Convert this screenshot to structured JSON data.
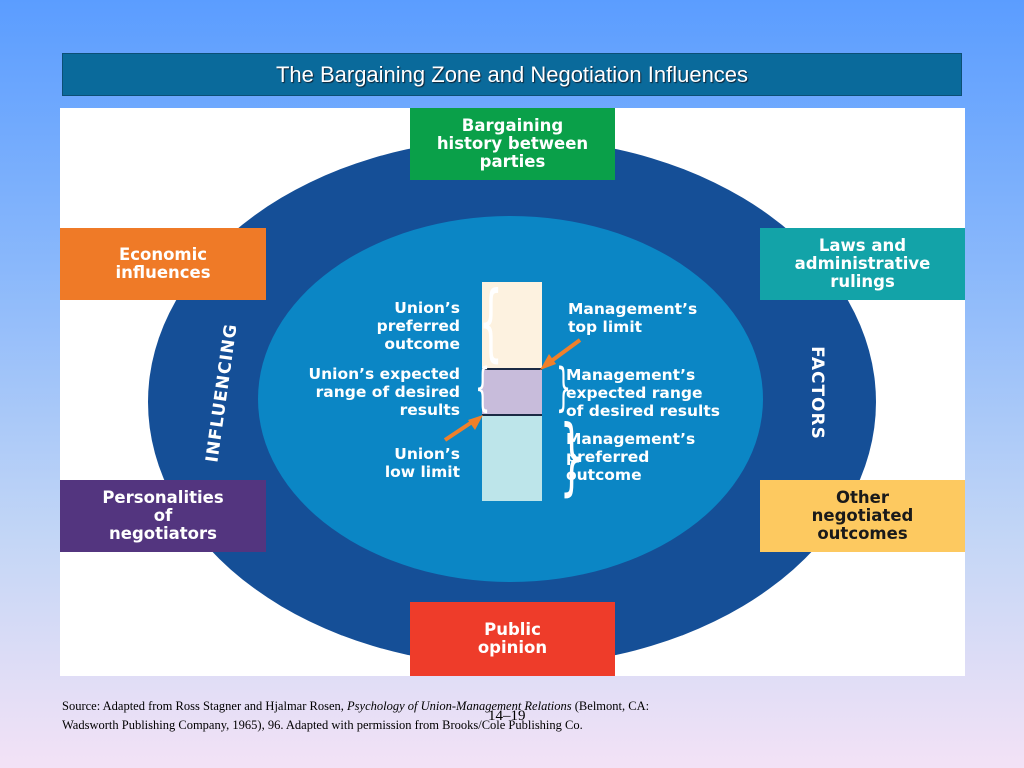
{
  "title": "The Bargaining Zone and Negotiation Influences",
  "colors": {
    "title_bar": "#0a6a9b",
    "outer_ring": "#154f97",
    "inner_circle": "#0b86c5",
    "green_box": "#0aa049",
    "orange_box": "#ef7a27",
    "teal_box": "#13a3a8",
    "purple_box": "#53357f",
    "yellow_box": "#fdc960",
    "red_box": "#ee3c2a",
    "arrow": "#f0802a",
    "bar_top": "#fdf2e0",
    "bar_middle": "#c8bcdb",
    "bar_bottom": "#bde5ea"
  },
  "boxes": {
    "top": "Bargaining\nhistory between\nparties",
    "left_upper": "Economic\ninfluences",
    "right_upper": "Laws and\nadministrative\nrulings",
    "left_lower": "Personalities\nof\nnegotiators",
    "right_lower": "Other\nnegotiated\noutcomes",
    "bottom": "Public\nopinion"
  },
  "ring_labels": {
    "left": "INFLUENCING",
    "right": "FACTORS"
  },
  "union_labels": {
    "preferred": "Union’s\npreferred\noutcome",
    "expected": "Union’s expected\nrange of desired\nresults",
    "low_limit": "Union’s\nlow limit"
  },
  "management_labels": {
    "top_limit": "Management’s\ntop limit",
    "expected": "Management’s\nexpected range\nof desired results",
    "preferred": "Management’s\npreferred\noutcome"
  },
  "source": {
    "prefix": "Source: Adapted from Ross Stagner and Hjalmar Rosen, ",
    "book": "Psychology of Union-Management Relations",
    "suffix": " (Belmont, CA: Wadsworth Publishing Company, 1965), 96. Adapted with permission from Brooks/Cole Publishing Co."
  },
  "slide_number": "14–19"
}
